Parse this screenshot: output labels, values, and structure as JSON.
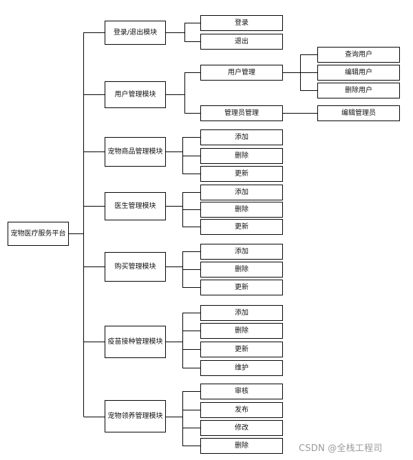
{
  "root": {
    "label": "宠物医疗服务平台"
  },
  "modules": [
    {
      "label": "登录/退出模块",
      "children": [
        {
          "label": "登录",
          "children": []
        },
        {
          "label": "退出",
          "children": []
        }
      ]
    },
    {
      "label": "用户管理模块",
      "children": [
        {
          "label": "用户管理",
          "children": [
            "查询用户",
            "编辑用户",
            "删除用户"
          ]
        },
        {
          "label": "管理员管理",
          "children": [
            "编辑管理员"
          ]
        }
      ]
    },
    {
      "label": "宠物商品管理模块",
      "children": [
        {
          "label": "添加",
          "children": []
        },
        {
          "label": "删除",
          "children": []
        },
        {
          "label": "更新",
          "children": []
        }
      ]
    },
    {
      "label": "医生管理模块",
      "children": [
        {
          "label": "添加",
          "children": []
        },
        {
          "label": "删除",
          "children": []
        },
        {
          "label": "更新",
          "children": []
        }
      ]
    },
    {
      "label": "购买管理模块",
      "children": [
        {
          "label": "添加",
          "children": []
        },
        {
          "label": "删除",
          "children": []
        },
        {
          "label": "更新",
          "children": []
        }
      ]
    },
    {
      "label": "疫苗接种管理模块",
      "children": [
        {
          "label": "添加",
          "children": []
        },
        {
          "label": "删除",
          "children": []
        },
        {
          "label": "更新",
          "children": []
        },
        {
          "label": "维护",
          "children": []
        }
      ]
    },
    {
      "label": "宠物领养管理模块",
      "children": [
        {
          "label": "审核",
          "children": []
        },
        {
          "label": "发布",
          "children": []
        },
        {
          "label": "修改",
          "children": []
        },
        {
          "label": "删除",
          "children": []
        }
      ]
    }
  ],
  "watermark": "CSDN @全栈工程司"
}
